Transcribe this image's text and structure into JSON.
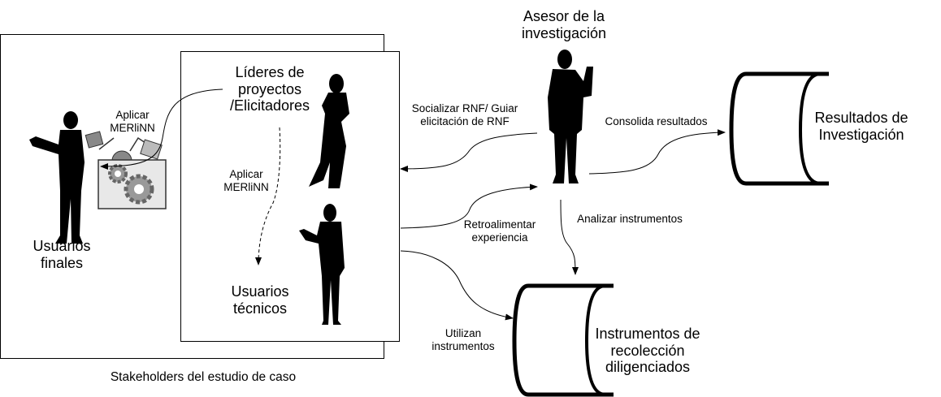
{
  "diagram": {
    "outer_box_caption": "Stakeholders del estudio de caso",
    "actors": {
      "usuarios_finales": "Usuarios\nfinales",
      "lideres": "Líderes de\nproyectos\n/Elicitadores",
      "usuarios_tecnicos": "Usuarios\ntécnicos",
      "asesor": "Asesor de la\ninvestigación"
    },
    "datastores": {
      "resultados": "Resultados de\nInvestigación",
      "instrumentos": "Instrumentos de\nrecolección\ndiligenciados"
    },
    "edges": {
      "aplicar_merlinn_finales": "Aplicar\nMERliNN",
      "aplicar_merlinn_tecnicos": "Aplicar\nMERliNN",
      "socializar": "Socializar RNF/ Guiar\nelicitación de RNF",
      "consolida": "Consolida resultados",
      "retroalimentar": "Retroalimentar\nexperiencia",
      "analizar": "Analizar instrumentos",
      "utilizan": "Utilizan\ninstrumentos"
    },
    "icons": [
      "person-silhouette-icon",
      "toolbox-gears-icon",
      "datastore-icon"
    ]
  }
}
